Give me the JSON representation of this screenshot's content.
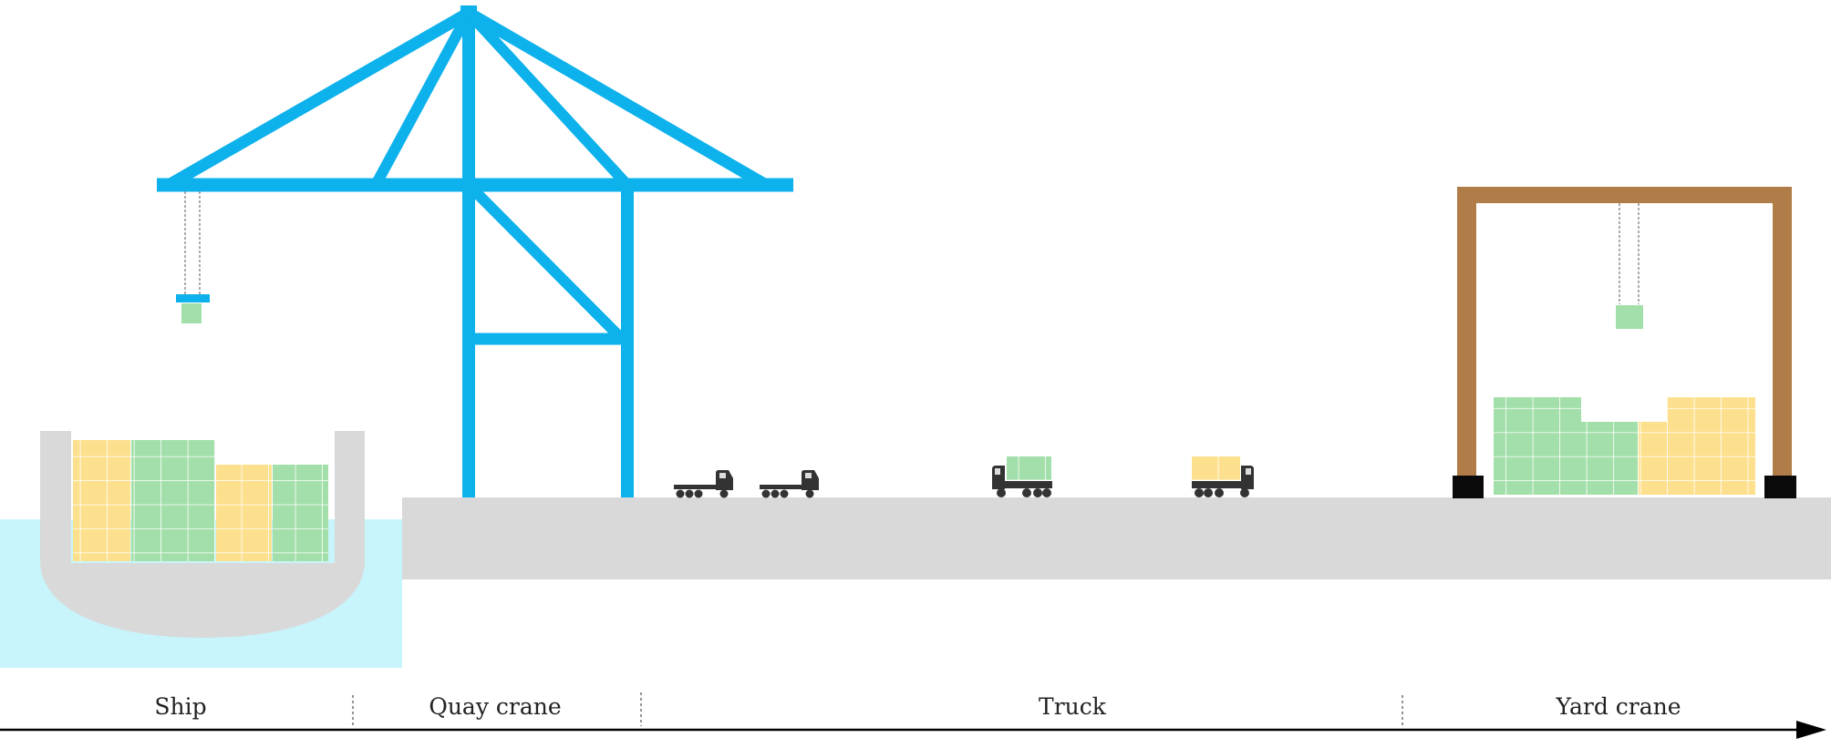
{
  "stages": [
    {
      "id": "ship",
      "label": "Ship"
    },
    {
      "id": "quay-crane",
      "label": "Quay crane"
    },
    {
      "id": "truck",
      "label": "Truck"
    },
    {
      "id": "yard-crane",
      "label": "Yard crane"
    }
  ],
  "colors": {
    "quay_crane": "#0db1ec",
    "yard_crane": "#b07d49",
    "ground": "#d9d9d9",
    "water": "#c8f4fb",
    "ship_hull": "#d9d9d9",
    "container_green": "#a3dfaa",
    "container_yellow": "#fde08d",
    "vehicle": "#333333",
    "wheel_block": "#0a0a0a",
    "axis": "#000000"
  },
  "icons": {
    "quay_crane": "ship-to-shore-crane-icon",
    "yard_crane": "gantry-crane-icon",
    "truck": "truck-icon",
    "ship": "container-ship-icon"
  }
}
